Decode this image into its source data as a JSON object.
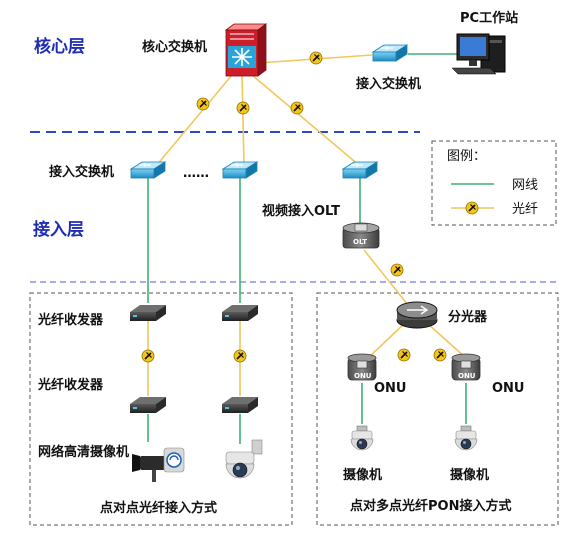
{
  "layers": {
    "core": "核心层",
    "access": "接入层"
  },
  "nodes": {
    "core_switch": "核心交换机",
    "pc_workstation": "PC工作站",
    "access_switch_top": "接入交换机",
    "access_switch_left": "接入交换机",
    "ellipsis": "……",
    "video_olt": "视频接入OLT",
    "olt_badge": "OLT",
    "fiber_transceiver_1": "光纤收发器",
    "fiber_transceiver_2": "光纤收发器",
    "hd_camera": "网络高清摄像机",
    "splitter": "分光器",
    "onu_left_badge": "ONU",
    "onu_right_badge": "ONU",
    "onu_left": "ONU",
    "onu_right": "ONU",
    "camera_left": "摄像机",
    "camera_right": "摄像机"
  },
  "groups": {
    "p2p": "点对点光纤接入方式",
    "pon": "点对多点光纤PON接入方式"
  },
  "legend": {
    "title": "图例：",
    "network_cable": "网线",
    "fiber": "光纤"
  },
  "colors": {
    "network_cable": "#3cb371",
    "fiber": "#f2c75c",
    "layer_text": "#1f2db5",
    "divider": "#3246c8",
    "device_blue": "#2aa3d8"
  }
}
